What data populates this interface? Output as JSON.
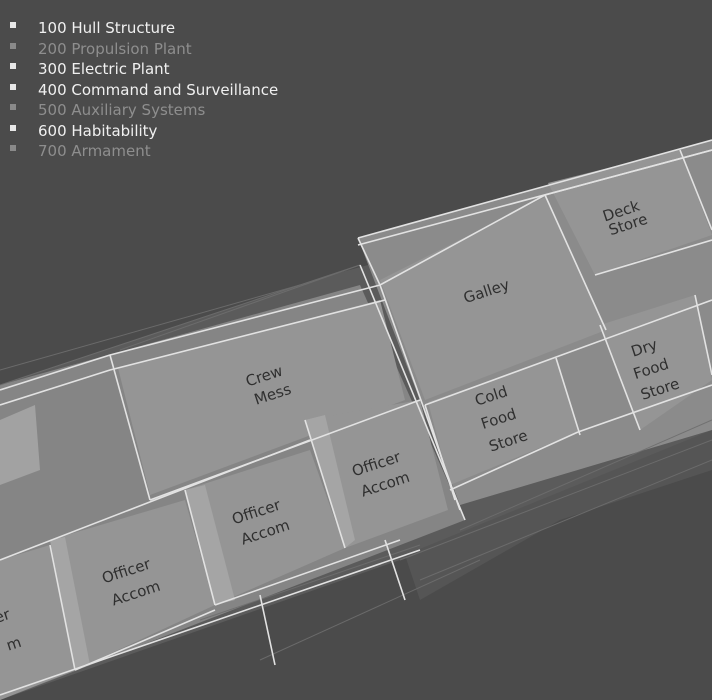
{
  "legend": [
    {
      "label": "100 Hull Structure",
      "active": true
    },
    {
      "label": "200 Propulsion Plant",
      "active": false
    },
    {
      "label": "300 Electric Plant",
      "active": true
    },
    {
      "label": "400 Command and Surveillance",
      "active": true
    },
    {
      "label": "500 Auxiliary Systems",
      "active": false
    },
    {
      "label": "600 Habitability",
      "active": true
    },
    {
      "label": "700 Armament",
      "active": false
    }
  ],
  "compartments": {
    "deck_store": [
      "Deck",
      "Store"
    ],
    "galley": [
      "Galley"
    ],
    "dry_food_store": [
      "Dry",
      "Food",
      "Store"
    ],
    "cold_food_store": [
      "Cold",
      "Food",
      "Store"
    ],
    "crew_mess": [
      "Crew",
      "Mess"
    ],
    "officer_accom_1": [
      "Officer",
      "Accom"
    ],
    "officer_accom_2": [
      "Officer",
      "Accom"
    ],
    "officer_accom_3": [
      "Officer",
      "Accom"
    ],
    "officer_accom_partial": [
      "er",
      "m"
    ]
  },
  "colors": {
    "background": "#4b4b4b",
    "deck_fill": "#8c8c8c",
    "room_fill": "#939393",
    "hull_fill": "#5e5e5e",
    "grid_line": "#e2e2e2",
    "label_text": "#2f2f2f",
    "legend_active": "#f0f0f0",
    "legend_inactive": "#8e8e8e"
  }
}
